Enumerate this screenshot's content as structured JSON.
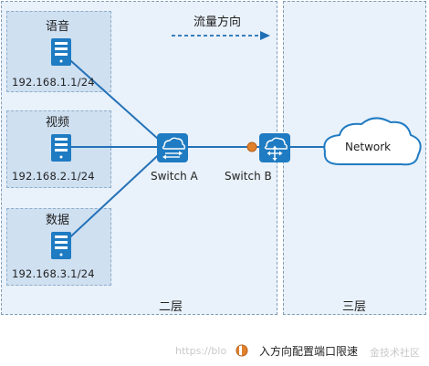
{
  "layers": {
    "layer2": "二层",
    "layer3": "三层"
  },
  "flow_label": "流量方向",
  "groups": [
    {
      "name": "语音",
      "ip": "192.168.1.1/24"
    },
    {
      "name": "视频",
      "ip": "192.168.2.1/24"
    },
    {
      "name": "数据",
      "ip": "192.168.3.1/24"
    }
  ],
  "switches": {
    "a": "Switch A",
    "b": "Switch B"
  },
  "network_label": "Network",
  "legend": {
    "text": "入方向配置端口限速"
  },
  "watermark": {
    "left": "https://blo",
    "right": "金技术社区"
  },
  "colors": {
    "device_blue": "#1f7bc2",
    "link_blue": "#2472b8",
    "port_orange": "#e1812c",
    "zone_fill": "#e9f1fa",
    "group_fill": "#cfe0f1"
  }
}
